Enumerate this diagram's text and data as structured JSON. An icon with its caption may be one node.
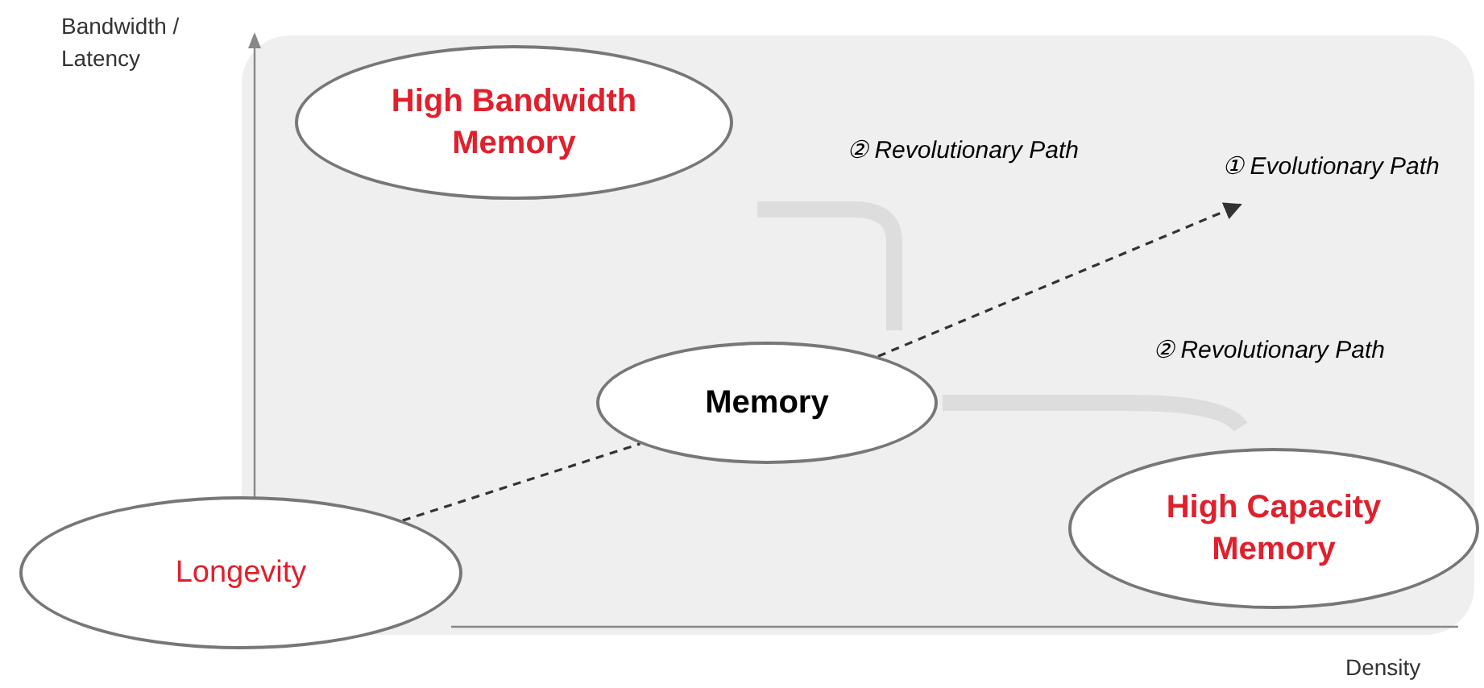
{
  "diagram": {
    "nodes": [
      {
        "text": [
          "High Bandwidth Memory"
        ]
      },
      {
        "text": [
          "Memory"
        ]
      },
      {
        "text": [
          "① Evolutionary Path"
        ]
      },
      {
        "text": [
          "High Capacity Memory"
        ]
      },
      {
        "text": [
          "Longevity"
        ]
      }
    ],
    "edges": [
      {
        "from": 4,
        "to": 1,
        "arrow": "none",
        "style": "dashed"
      },
      {
        "from": 1,
        "to": 2,
        "arrow": "to",
        "style": "dashed"
      }
    ],
    "labels": [
      "Bandwidth / Latency",
      "② Revolutionary Path",
      "② Revolutionary Path",
      "Density"
    ]
  }
}
